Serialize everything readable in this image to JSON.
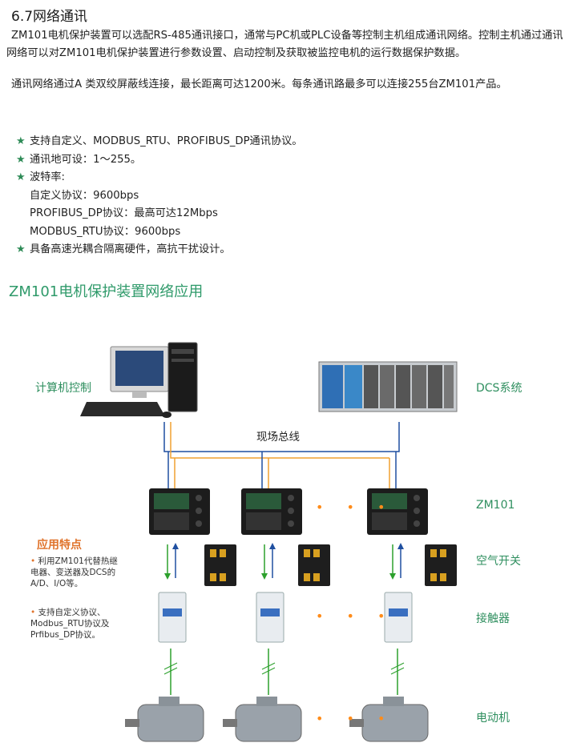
{
  "section_title": "6.7网络通讯",
  "paragraph1": "ZM101电机保护装置可以选配RS-485通讯接口，通常与PC机或PLC设备等控制主机组成通讯网络。控制主机通过通讯网络可以对ZM101电机保护装置进行参数设置、启动控制及获取被监控电机的运行数据保护数据。",
  "paragraph2": "通讯网络通过A 类双绞屏蔽线连接，最长距离可达1200米。每条通讯路最多可以连接255台ZM101产品。",
  "features": [
    {
      "text": "支持自定义、MODBUS_RTU、PROFIBUS_DP通讯协议。",
      "sub": []
    },
    {
      "text": "通讯地可设：1～255。",
      "sub": []
    },
    {
      "text": "波特率:",
      "sub": [
        "自定义协议：9600bps",
        "PROFIBUS_DP协议：最高可达12Mbps",
        "MODBUS_RTU协议：9600bps"
      ]
    },
    {
      "text": "具备高速光耦合隔离硬件，高抗干扰设计。",
      "sub": []
    }
  ],
  "diagram": {
    "title": "ZM101电机保护装置网络应用",
    "labels": {
      "computer": "计算机控制",
      "dcs": "DCS系统",
      "bus": "现场总线",
      "zm101": "ZM101",
      "breaker": "空气开关",
      "contactor": "接触器",
      "motor": "电动机"
    },
    "app_features_title": "应用特点",
    "app_features": [
      "利用ZM101代替热继电器、变送器及DCS的A/D、I/O等。",
      "支持自定义协议、Modbus_RTU协议及Prfibus_DP协议。"
    ],
    "ellipsis": "• • •",
    "colors": {
      "bus_blue": "#1f4fa0",
      "bus_orange": "#f0a030",
      "accent_green": "#2f9a6a",
      "arrow_green": "#2ca02c"
    }
  }
}
